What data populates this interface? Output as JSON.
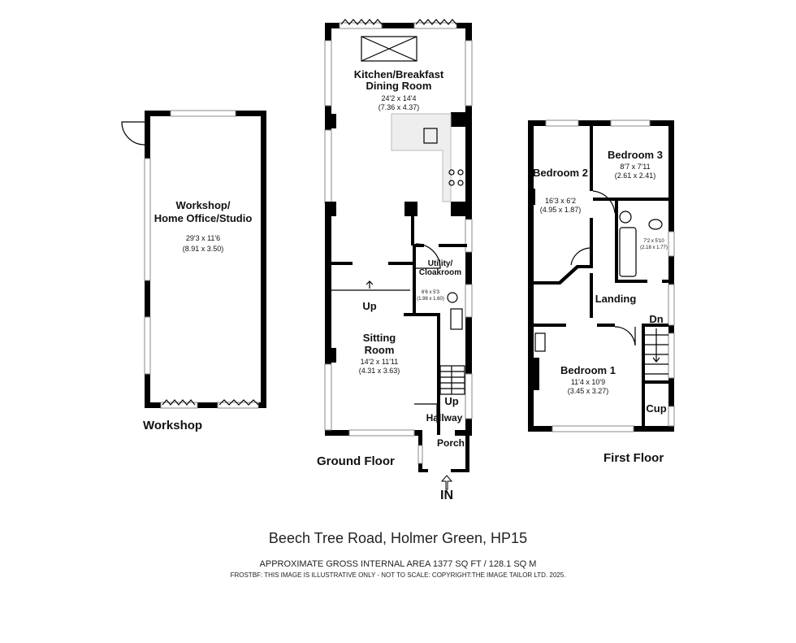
{
  "address": "Beech Tree Road, Holmer Green, HP15",
  "area": "APPROXIMATE GROSS INTERNAL AREA 1377 SQ FT / 128.1 SQ M",
  "disclaimer": "FROSTBF: THIS IMAGE IS ILLUSTRATIVE ONLY - NOT TO SCALE: COPYRIGHT:THE IMAGE TAILOR LTD. 2025.",
  "floors": {
    "workshop": {
      "label": "Workshop",
      "rooms": [
        {
          "name1": "Workshop/",
          "name2": "Home Office/Studio",
          "imperial": "29'3 x 11'6",
          "metric": "(8.91 x 3.50)"
        }
      ]
    },
    "ground": {
      "label": "Ground Floor",
      "entrance": "IN",
      "rooms": {
        "kitchen": {
          "name1": "Kitchen/Breakfast",
          "name2": "Dining Room",
          "imperial": "24'2 x 14'4",
          "metric": "(7.36 x 4.37)"
        },
        "utility": {
          "name1": "Utility/",
          "name2": "Cloakroom",
          "imperial": "6'6 x 5'3",
          "metric": "(1.98 x 1.60)"
        },
        "sitting": {
          "name1": "Sitting",
          "name2": "Room",
          "imperial": "14'2 x 11'11",
          "metric": "(4.31 x 3.63)"
        },
        "hallway": {
          "name": "Hallway"
        },
        "porch": {
          "name": "Porch"
        }
      },
      "stairs_labels": [
        "Up",
        "Up"
      ]
    },
    "first": {
      "label": "First Floor",
      "rooms": {
        "bedroom2": {
          "name": "Bedroom 2",
          "imperial": "16'3 x 6'2",
          "metric": "(4.95 x 1.87)"
        },
        "bedroom3": {
          "name": "Bedroom 3",
          "imperial": "8'7 x 7'11",
          "metric": "(2.61 x 2.41)"
        },
        "bathroom": {
          "imperial": "7'2 x 5'10",
          "metric": "(2.18 x 1.77)"
        },
        "landing": {
          "name": "Landing"
        },
        "bedroom1": {
          "name": "Bedroom 1",
          "imperial": "11'4 x 10'9",
          "metric": "(3.45 x 3.27)"
        },
        "cupboard": {
          "name": "Cup"
        }
      },
      "stairs_label": "Dn"
    }
  }
}
